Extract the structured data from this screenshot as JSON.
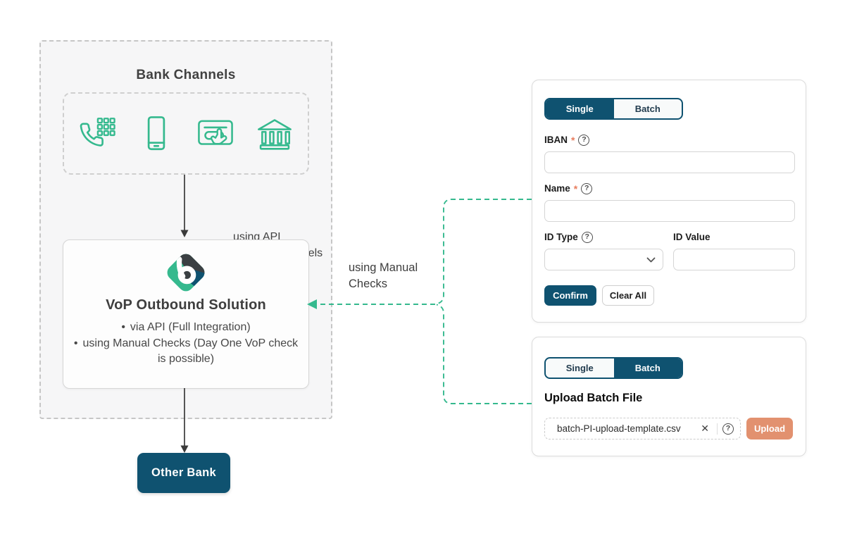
{
  "colors": {
    "brand_dark_blue": "#0F5270",
    "brand_green": "#35B98E",
    "accent_salmon": "#E2916F",
    "required_asterisk": "#E87D5E"
  },
  "diagram": {
    "bank_channels_title": "Bank Channels",
    "channel_icons": [
      "phone-keypad-icon",
      "mobile-phone-icon",
      "payment-terminal-icon",
      "bank-building-icon"
    ],
    "api_arrow_label_line1": "using API",
    "api_arrow_label_line2": "from the channels",
    "vop_box": {
      "title": "VoP Outbound Solution",
      "bullet_char": "•",
      "bullets": [
        "via API (Full Integration)",
        "using Manual Checks (Day One VoP check is possible)"
      ]
    },
    "manual_checks_label_line1": "using Manual",
    "manual_checks_label_line2": "Checks",
    "other_bank_label": "Other Bank"
  },
  "single_check_panel": {
    "tabs": {
      "single": "Single",
      "batch": "Batch"
    },
    "active_tab": "Single",
    "required_marker": "*",
    "help_icon_glyph": "?",
    "iban": {
      "label": "IBAN",
      "required": true,
      "value": "",
      "placeholder": ""
    },
    "name": {
      "label": "Name",
      "required": true,
      "value": "",
      "placeholder": ""
    },
    "id_type": {
      "label": "ID Type",
      "selected_value": ""
    },
    "id_value": {
      "label": "ID Value",
      "value": "",
      "placeholder": ""
    },
    "confirm_button": "Confirm",
    "clear_all_button": "Clear All"
  },
  "batch_upload_panel": {
    "tabs": {
      "single": "Single",
      "batch": "Batch"
    },
    "active_tab": "Batch",
    "heading": "Upload Batch File",
    "file_name": "batch-PI-upload-template.csv",
    "remove_file_glyph": "✕",
    "help_icon_glyph": "?",
    "upload_button": "Upload"
  }
}
